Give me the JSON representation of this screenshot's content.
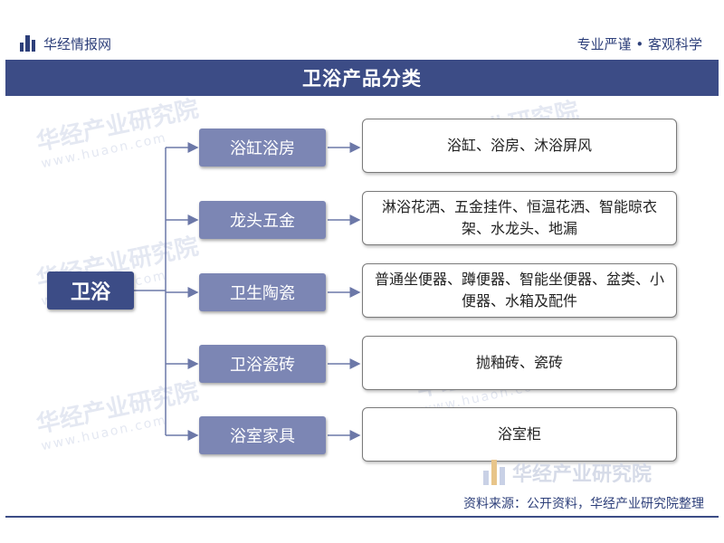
{
  "header": {
    "logo_text": "华经情报网",
    "slogan": "专业严谨 • 客观科学"
  },
  "title": "卫浴产品分类",
  "root": {
    "label": "卫浴"
  },
  "categories": [
    {
      "label": "浴缸浴房",
      "desc": "浴缸、浴房、沐浴屏风"
    },
    {
      "label": "龙头五金",
      "desc": "淋浴花洒、五金挂件、恒温花洒、智能晾衣架、水龙头、地漏"
    },
    {
      "label": "卫生陶瓷",
      "desc": "普通坐便器、蹲便器、智能坐便器、盆类、小便器、水箱及配件"
    },
    {
      "label": "卫浴瓷砖",
      "desc": "抛釉砖、瓷砖"
    },
    {
      "label": "浴室家具",
      "desc": "浴室柜"
    }
  ],
  "watermarks": {
    "text": "华经产业研究院",
    "url": "www.huaon.com"
  },
  "brand_watermark": "华经产业研究院",
  "source": "资料来源：公开资料，华经产业研究院整理",
  "colors": {
    "primary": "#3c4c86",
    "category_fill": "#7c86b4",
    "connector": "#6c78a8"
  }
}
